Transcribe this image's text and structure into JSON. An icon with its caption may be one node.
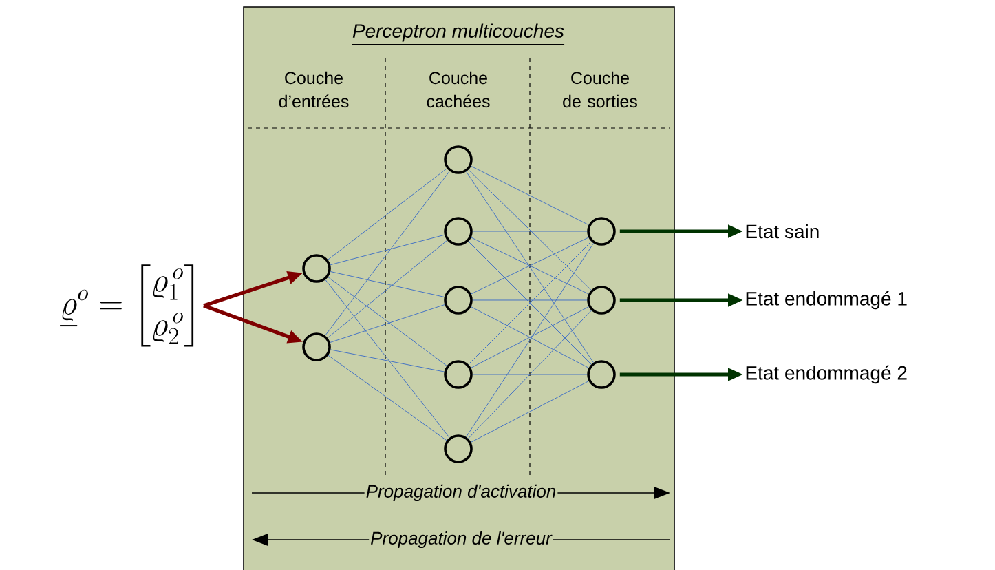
{
  "diagram": {
    "nodes": [
      {
        "text": [
          "Perceptron multicouches"
        ]
      },
      {
        "text": [],
        "shape": "circle",
        "in": 0
      },
      {
        "text": [],
        "shape": "circle",
        "in": 0
      },
      {
        "text": [],
        "shape": "circle",
        "in": 0
      },
      {
        "text": [],
        "shape": "circle",
        "in": 0
      },
      {
        "text": [],
        "shape": "circle",
        "in": 0
      },
      {
        "text": [],
        "shape": "circle",
        "in": 0
      },
      {
        "text": [],
        "shape": "circle",
        "in": 0
      },
      {
        "text": [],
        "shape": "circle",
        "in": 0
      },
      {
        "text": [],
        "shape": "circle",
        "in": 0
      },
      {
        "text": [],
        "shape": "circle",
        "in": 0
      },
      {
        "text": [
          "Etat sain"
        ]
      },
      {
        "text": [
          "Etat endommagé 1"
        ]
      },
      {
        "text": [
          "Etat endommagé 2"
        ]
      },
      {
        "text": [
          "\\underline{\\varrho}^{o}=\\begin{bmatrix}\\varrho_1^{\\,o}\\\\[4pt] \\varrho_2^{\\,o}\\end{bmatrix}"
        ]
      }
    ],
    "edges": [
      {
        "from": 14,
        "to": 1,
        "arrow": "to",
        "style": "thick",
        "color": "#7f0000"
      },
      {
        "from": 14,
        "to": 2,
        "arrow": "to",
        "style": "thick",
        "color": "#7f0000"
      },
      {
        "from": 1,
        "to": 3,
        "arrow": "none"
      },
      {
        "from": 1,
        "to": 4,
        "arrow": "none"
      },
      {
        "from": 1,
        "to": 5,
        "arrow": "none"
      },
      {
        "from": 1,
        "to": 6,
        "arrow": "none"
      },
      {
        "from": 1,
        "to": 7,
        "arrow": "none"
      },
      {
        "from": 2,
        "to": 3,
        "arrow": "none"
      },
      {
        "from": 2,
        "to": 4,
        "arrow": "none"
      },
      {
        "from": 2,
        "to": 5,
        "arrow": "none"
      },
      {
        "from": 2,
        "to": 6,
        "arrow": "none"
      },
      {
        "from": 2,
        "to": 7,
        "arrow": "none"
      },
      {
        "from": 3,
        "to": 8,
        "arrow": "none"
      },
      {
        "from": 3,
        "to": 9,
        "arrow": "none"
      },
      {
        "from": 3,
        "to": 10,
        "arrow": "none"
      },
      {
        "from": 4,
        "to": 8,
        "arrow": "none"
      },
      {
        "from": 4,
        "to": 9,
        "arrow": "none"
      },
      {
        "from": 4,
        "to": 10,
        "arrow": "none"
      },
      {
        "from": 5,
        "to": 8,
        "arrow": "none"
      },
      {
        "from": 5,
        "to": 9,
        "arrow": "none"
      },
      {
        "from": 5,
        "to": 10,
        "arrow": "none"
      },
      {
        "from": 6,
        "to": 8,
        "arrow": "none"
      },
      {
        "from": 6,
        "to": 9,
        "arrow": "none"
      },
      {
        "from": 6,
        "to": 10,
        "arrow": "none"
      },
      {
        "from": 7,
        "to": 8,
        "arrow": "none"
      },
      {
        "from": 7,
        "to": 9,
        "arrow": "none"
      },
      {
        "from": 7,
        "to": 10,
        "arrow": "none"
      },
      {
        "from": 8,
        "to": 11,
        "arrow": "to",
        "style": "thick",
        "color": "#003300"
      },
      {
        "from": 9,
        "to": 12,
        "arrow": "to",
        "style": "thick",
        "color": "#003300"
      },
      {
        "from": 10,
        "to": 13,
        "arrow": "to",
        "style": "thick",
        "color": "#003300"
      }
    ],
    "labels": [
      "Couche d’entrées",
      "Couche cachées",
      "Couche de sorties",
      "Propagation d'activation",
      "Propagation de l'erreur"
    ]
  }
}
